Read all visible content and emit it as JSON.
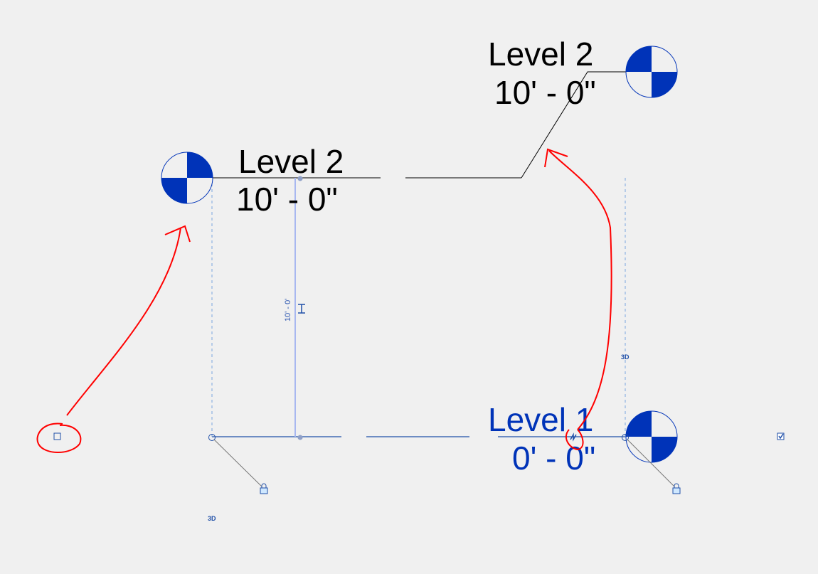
{
  "view": {
    "levels": [
      {
        "name": "Level 2",
        "elevation": "10' - 0\"",
        "position": "left-head"
      },
      {
        "name": "Level 2",
        "elevation": "10' - 0\"",
        "position": "right-head-elbowed"
      },
      {
        "name": "Level 1",
        "elevation": "0' - 0\"",
        "position": "right-head-selected"
      }
    ],
    "dimension": {
      "value": "10' - 0'"
    },
    "badges": {
      "three_d_left": "3D",
      "three_d_right": "3D"
    }
  },
  "colors": {
    "background": "#f0f0f0",
    "head_blue": "#0033b8",
    "selection_blue": "#1f4fa8",
    "annotation_red": "#ff0000",
    "dimension_line": "#a8b8f0"
  }
}
